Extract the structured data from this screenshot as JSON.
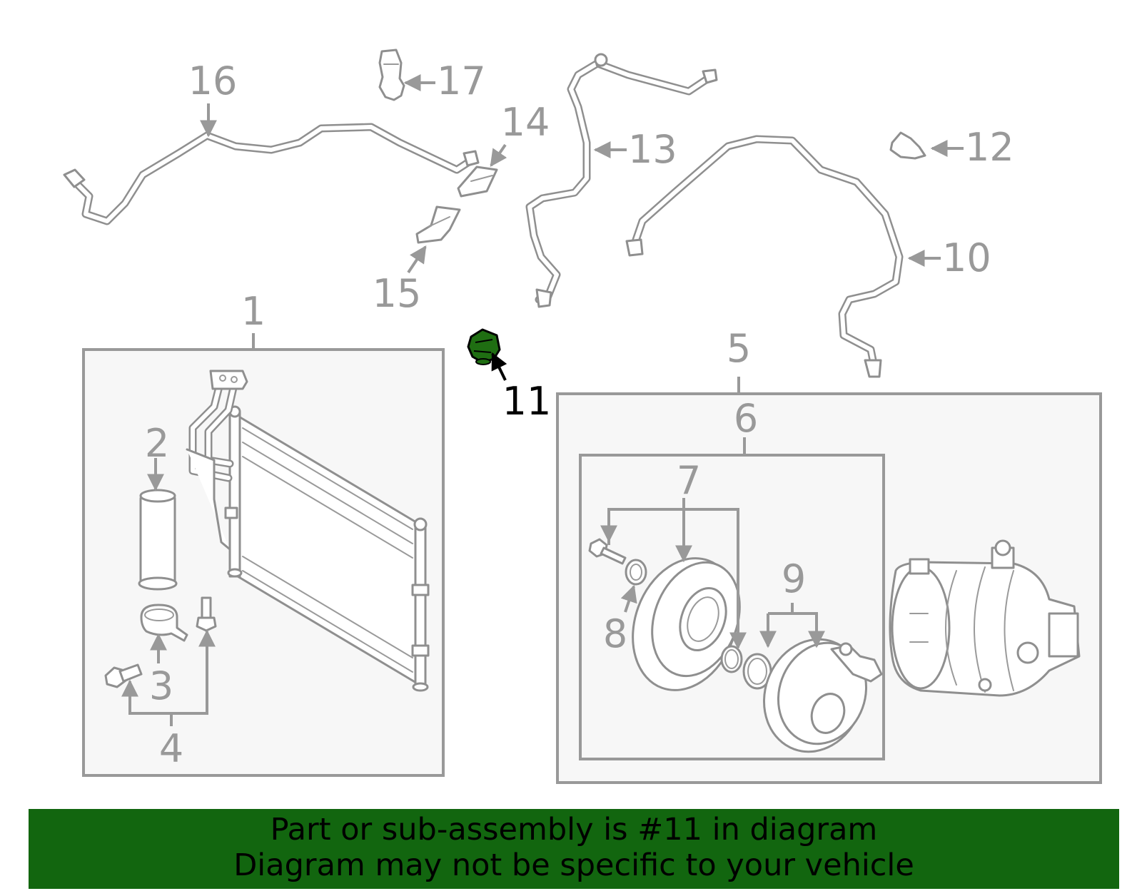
{
  "callouts": {
    "c1": "1",
    "c2": "2",
    "c3": "3",
    "c4": "4",
    "c5": "5",
    "c6": "6",
    "c7": "7",
    "c8": "8",
    "c9": "9",
    "c10": "10",
    "c11": "11",
    "c12": "12",
    "c13": "13",
    "c14": "14",
    "c15": "15",
    "c16": "16",
    "c17": "17"
  },
  "highlighted_part": "11",
  "colors": {
    "highlight": "#1f6e12",
    "banner_background": "#12660f",
    "line_art": "#999999",
    "box_fill": "#f7f7f7"
  },
  "banner": {
    "line1": "Part or sub-assembly is #11 in diagram",
    "line2": "Diagram may not be specific to your vehicle"
  }
}
